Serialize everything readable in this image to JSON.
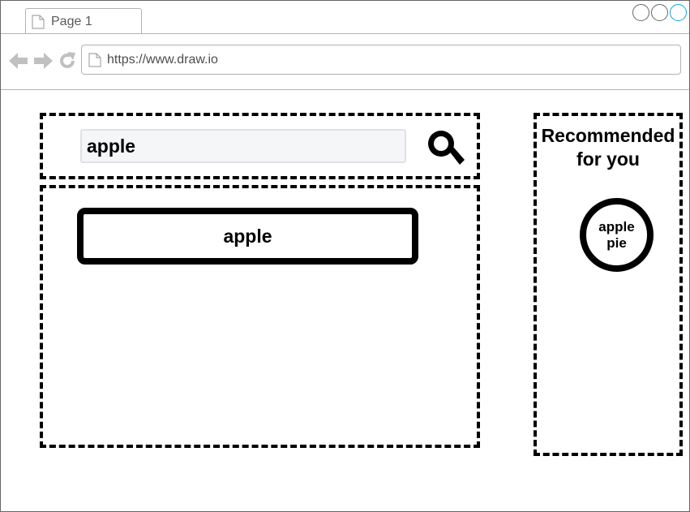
{
  "browser": {
    "tab_title": "Page 1",
    "url": "https://www.draw.io",
    "colors": {
      "chrome_border": "#b3b3b3",
      "nav_icon": "#c0c0c0",
      "window_accent": "#0fa2e0"
    }
  },
  "search": {
    "value": "apple",
    "icon": "search-icon"
  },
  "results": {
    "items": [
      {
        "label": "apple"
      }
    ]
  },
  "recommendations": {
    "title_line1": "Recommended",
    "title_line2": "for you",
    "items": [
      {
        "label": "apple pie"
      }
    ]
  }
}
